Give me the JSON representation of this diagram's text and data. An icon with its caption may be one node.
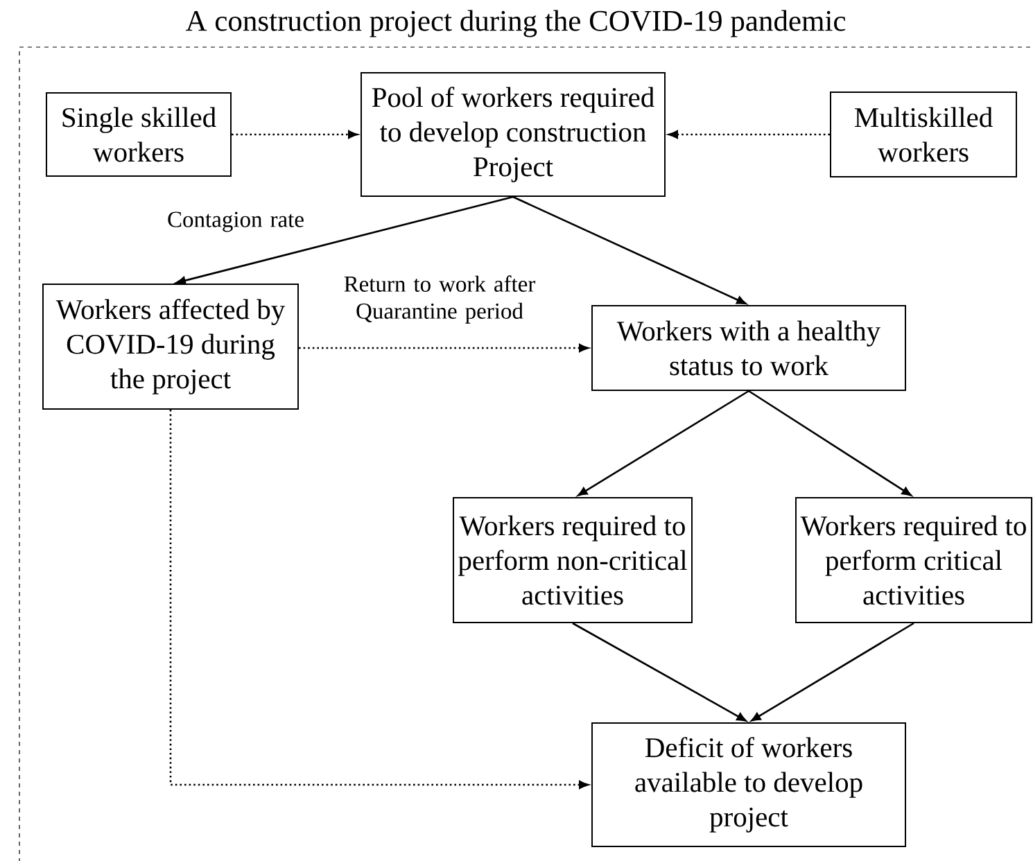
{
  "diagram": {
    "title": "A construction project during the COVID-19 pandemic",
    "nodes": [
      {
        "text": [
          "Single skilled workers"
        ]
      },
      {
        "text": [
          "Pool of workers required to develop construction Project"
        ]
      },
      {
        "text": [
          "Multiskilled workers"
        ]
      },
      {
        "text": [
          "Workers affected by COVID-19 during the project"
        ]
      },
      {
        "text": [
          "Workers with a healthy status to work"
        ]
      },
      {
        "text": [
          "Workers required to perform non-critical activities"
        ]
      },
      {
        "text": [
          "Workers required to perform critical activities"
        ]
      },
      {
        "text": [
          "Deficit of workers available to develop project"
        ]
      }
    ],
    "edges": [
      {
        "from": 0,
        "to": 1,
        "arrow": "to",
        "style": "dashed"
      },
      {
        "from": 2,
        "to": 1,
        "arrow": "to",
        "style": "dashed"
      },
      {
        "from": 1,
        "to": 3,
        "arrow": "to",
        "label": "Contagion rate"
      },
      {
        "from": 1,
        "to": 4,
        "arrow": "to"
      },
      {
        "from": 3,
        "to": 4,
        "arrow": "to",
        "style": "dashed",
        "label": "Return to work after Quarantine period"
      },
      {
        "from": 4,
        "to": 5,
        "arrow": "to"
      },
      {
        "from": 4,
        "to": 6,
        "arrow": "to"
      },
      {
        "from": 5,
        "to": 7,
        "arrow": "to"
      },
      {
        "from": 6,
        "to": 7,
        "arrow": "to"
      },
      {
        "from": 3,
        "to": 7,
        "arrow": "to",
        "style": "dashed"
      }
    ]
  }
}
